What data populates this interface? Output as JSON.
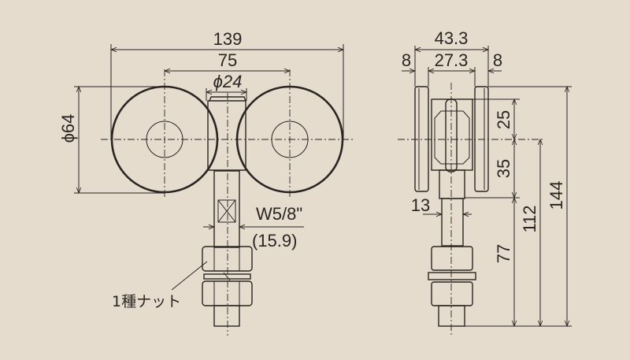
{
  "front_view": {
    "overall_width": "139",
    "wheel_spacing": "75",
    "axle_diameter": "ϕ24",
    "wheel_diameter": "ϕ64",
    "thread_size": "W5/8\"",
    "thread_mm": "(15.9)",
    "nut_label": "1種ナット"
  },
  "side_view": {
    "overall_width": "43.3",
    "wheel_thickness_left": "8",
    "inner_width": "27.3",
    "wheel_thickness_right": "8",
    "upper_height": "25",
    "middle_height": "35",
    "stem_width": "13",
    "bolt_length": "77",
    "center_to_bottom": "112",
    "overall_height": "144"
  }
}
